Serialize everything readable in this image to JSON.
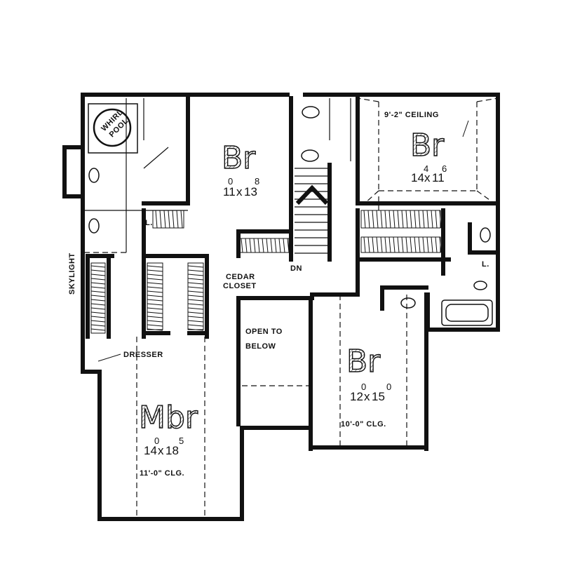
{
  "plan": {
    "rooms": [
      {
        "id": "bedroom-1",
        "name": "Br",
        "width": "11",
        "width_in": "0",
        "length": "13",
        "length_in": "8"
      },
      {
        "id": "bedroom-2",
        "name": "Br",
        "width": "14",
        "width_in": "4",
        "length": "11",
        "length_in": "6",
        "ceiling": "9'-2\" CEILING"
      },
      {
        "id": "bedroom-3",
        "name": "Br",
        "width": "12",
        "width_in": "0",
        "length": "15",
        "length_in": "0",
        "ceiling": "10'-0\" CLG."
      },
      {
        "id": "master-bedroom",
        "name": "Mbr",
        "width": "14",
        "width_in": "0",
        "length": "18",
        "length_in": "5",
        "ceiling": "11'-0\" CLG."
      }
    ],
    "labels": {
      "whirlpool_1": "WHIRL",
      "whirlpool_2": "POOL",
      "skylight": "SKYLIGHT",
      "linen_1": "L.",
      "linen_2": "L.",
      "cedar_1": "CEDAR",
      "cedar_2": "CLOSET",
      "down": "DN",
      "open_1": "OPEN TO",
      "open_2": "BELOW",
      "dresser": "DRESSER"
    },
    "colors": {
      "ink": "#111111",
      "background": "#ffffff"
    }
  }
}
